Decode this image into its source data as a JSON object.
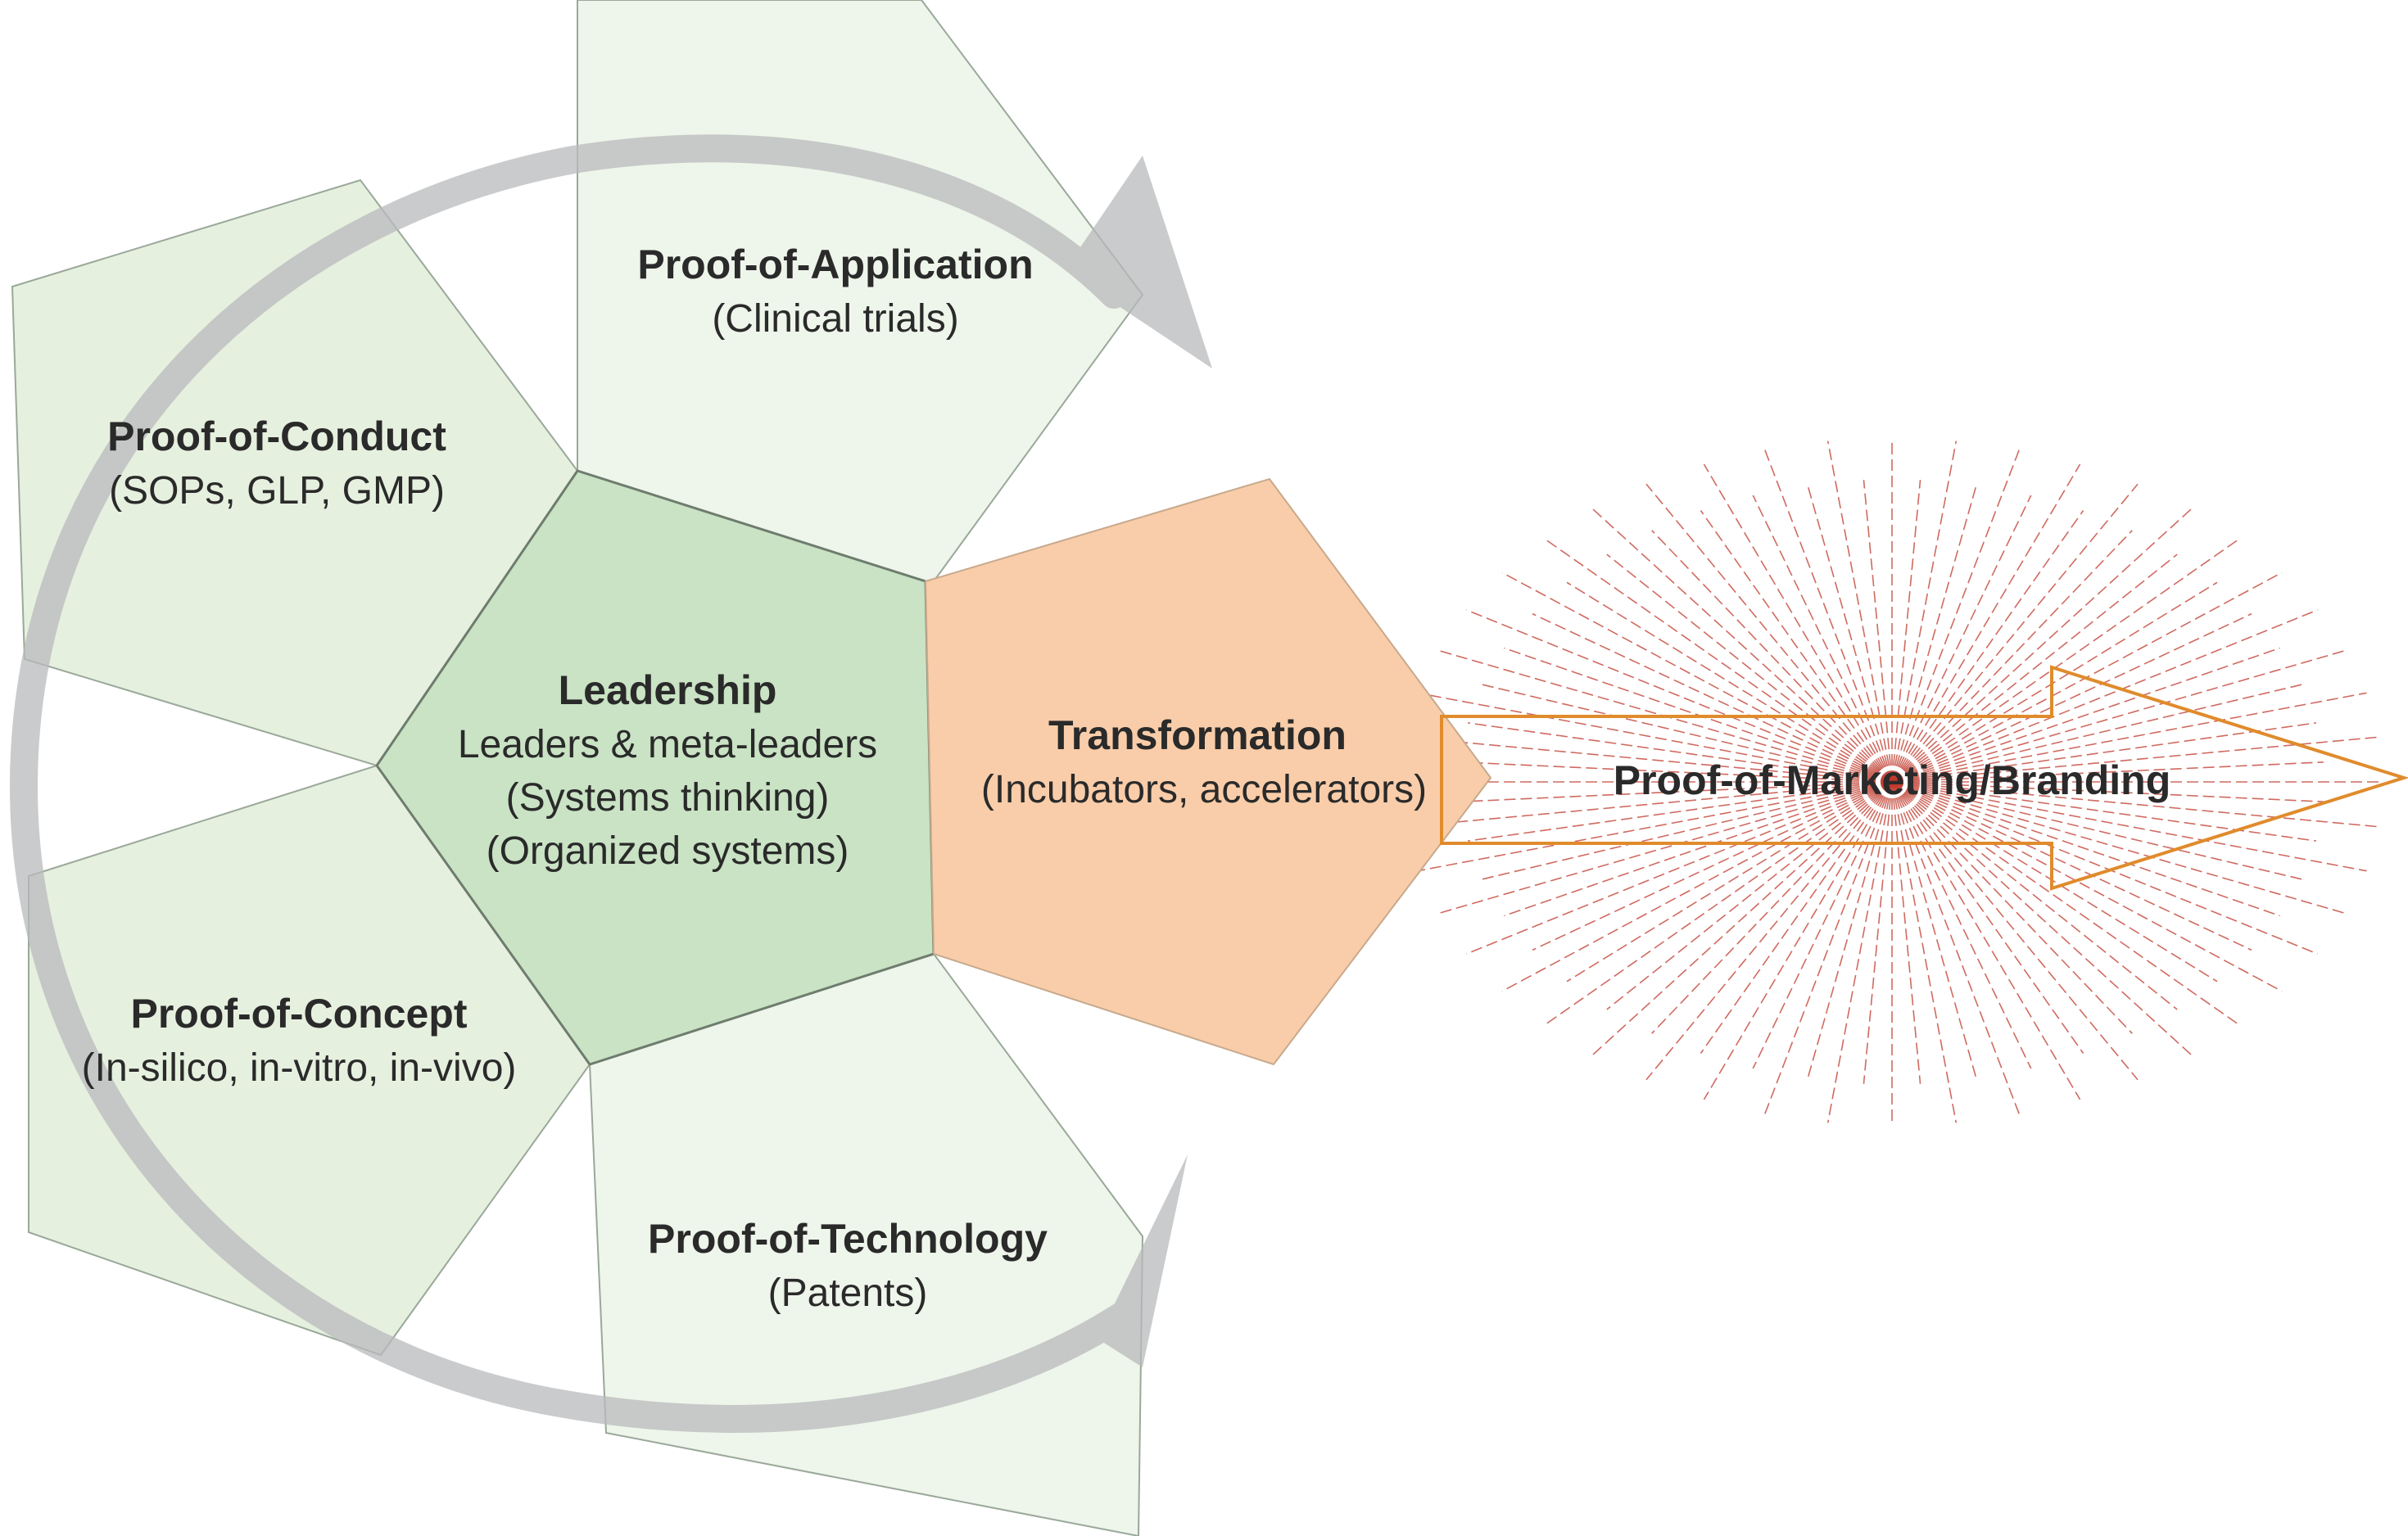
{
  "colors": {
    "center_fill": "#c9e3c4",
    "outer_fill": "#e6f0df",
    "outer_fill_light": "#eef5ea",
    "transform_fill": "#f9cda9",
    "ray_color": "#c0392b",
    "arrow_outline": "#e08b2c",
    "cycle_arrow": "#b8babc"
  },
  "center": {
    "title": "Leadership",
    "lines": [
      "Leaders & meta-leaders",
      "(Systems thinking)",
      "(Organized systems)"
    ]
  },
  "petals": {
    "application": {
      "title": "Proof-of-Application",
      "sub": "(Clinical trials)"
    },
    "conduct": {
      "title": "Proof-of-Conduct",
      "sub": "(SOPs, GLP, GMP)"
    },
    "concept": {
      "title": "Proof-of-Concept",
      "sub": "(In-silico, in-vitro, in-vivo)"
    },
    "technology": {
      "title": "Proof-of-Technology",
      "sub": "(Patents)"
    }
  },
  "transformation": {
    "title": "Transformation",
    "sub": "(Incubators, accelerators)"
  },
  "marketing": {
    "title": "Proof-of-Marketing/Branding"
  }
}
